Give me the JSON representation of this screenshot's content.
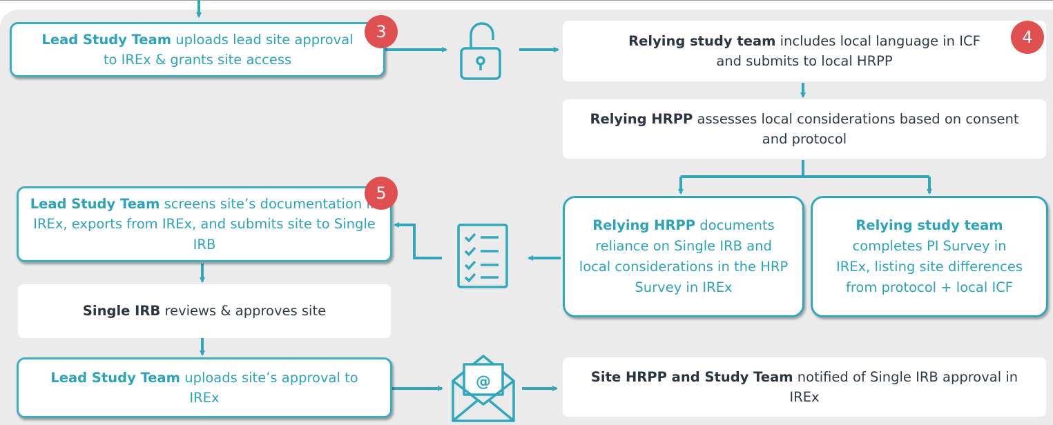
{
  "colors": {
    "teal": "#2ea7bf",
    "badge_red": "#e05050",
    "panel_gray": "#ebebeb",
    "dark_text": "#2e3a45"
  },
  "steps": {
    "lead_upload_approval": {
      "bold": "Lead Study Team",
      "text": " uploads lead site approval to IREx & grants site access",
      "badge": "3"
    },
    "relying_team_icf": {
      "bold": "Relying study team",
      "text": " includes local language in ICF and submits to local HRPP",
      "badge": "4"
    },
    "relying_hrpp_assess": {
      "bold": "Relying HRPP",
      "text": " assesses local considerations based on consent and protocol"
    },
    "relying_hrpp_documents": {
      "bold": "Relying HRPP",
      "text": " documents reliance on Single IRB and local considerations in the HRP Survey in IREx"
    },
    "relying_team_survey": {
      "bold": "Relying study team",
      "text": " completes PI Survey in IREx, listing site differences from protocol + local ICF"
    },
    "lead_screens": {
      "bold": "Lead Study Team",
      "text": " screens site’s documentation in IREx, exports from IREx, and submits site to Single IRB",
      "badge": "5"
    },
    "single_irb_review": {
      "bold": "Single IRB",
      "text": " reviews & approves site"
    },
    "lead_upload_site": {
      "bold": "Lead Study Team",
      "text": " uploads site’s approval to IREx"
    },
    "notified": {
      "bold": "Site HRPP and Study Team",
      "text": " notified of Single IRB approval in IREx"
    }
  },
  "icons": [
    "unlocked-padlock-icon",
    "checklist-icon",
    "email-envelope-icon"
  ]
}
